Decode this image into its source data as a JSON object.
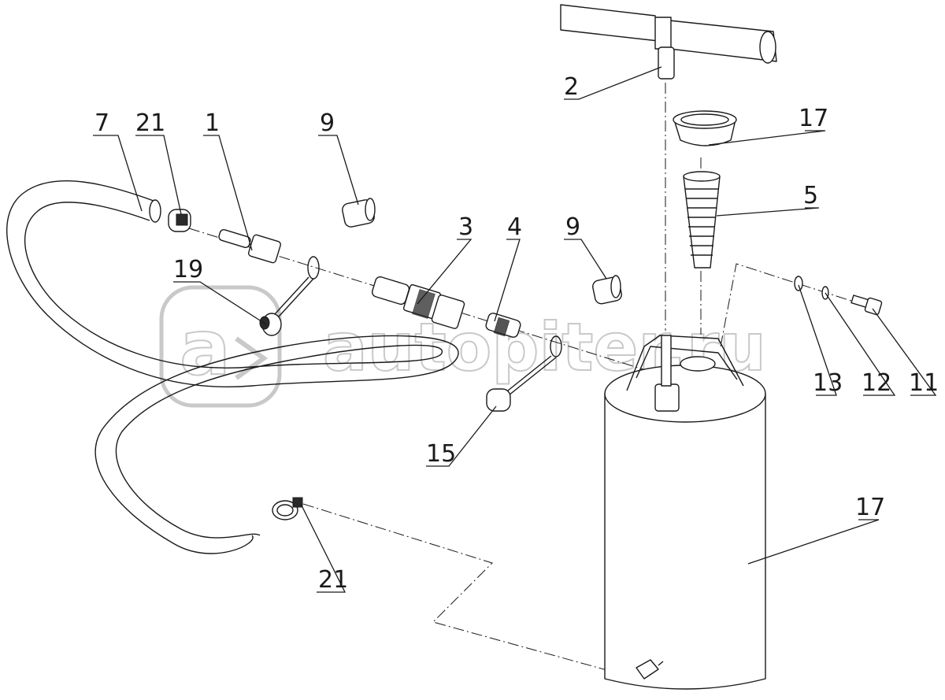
{
  "diagram": {
    "callouts": {
      "c7": "7",
      "c21_top": "21",
      "c1": "1",
      "c9_left": "9",
      "c19": "19",
      "c3": "3",
      "c4": "4",
      "c9_right": "9",
      "c15": "15",
      "c2": "2",
      "c17_top": "17",
      "c5": "5",
      "c13": "13",
      "c12": "12",
      "c11": "11",
      "c17_body": "17",
      "c21_bottom": "21"
    },
    "watermark": "autopiter.ru"
  }
}
